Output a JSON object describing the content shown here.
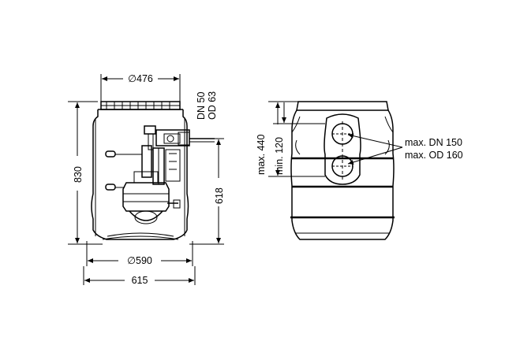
{
  "left_view": {
    "dim_top_diameter": "∅476",
    "dim_pipe_dn": "DN 50",
    "dim_pipe_od": "OD 63",
    "dim_height": "830",
    "dim_inlet_height": "618",
    "dim_base_diameter": "∅590",
    "dim_width": "615"
  },
  "right_view": {
    "dim_max_height": "max. 440",
    "dim_min_height": "min. 120",
    "inlet_dn": "max. DN 150",
    "inlet_od": "max. OD 160"
  }
}
